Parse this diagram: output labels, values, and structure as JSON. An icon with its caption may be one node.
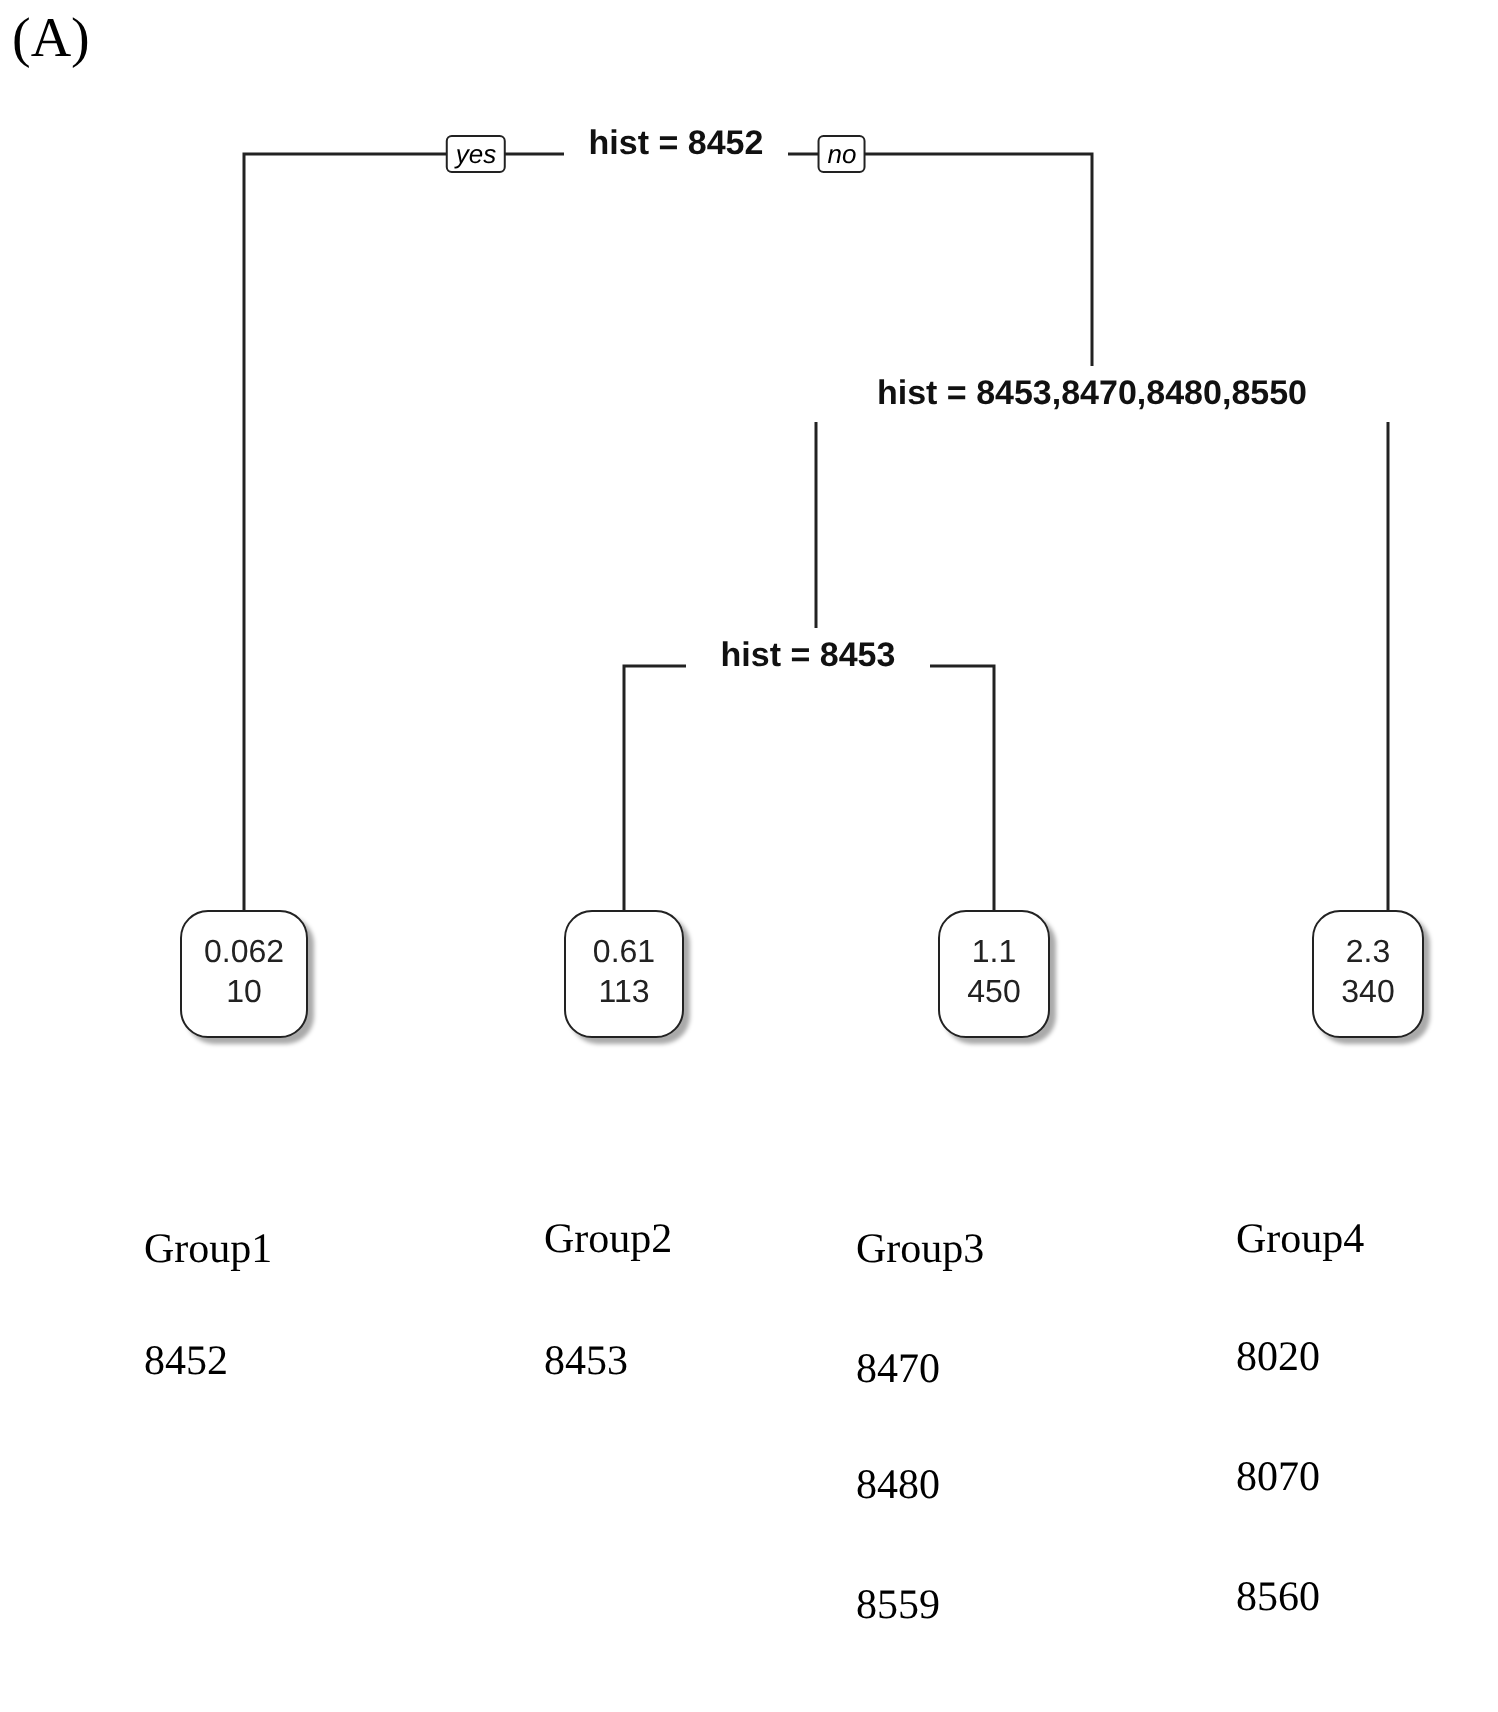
{
  "diagram": {
    "nodes": [
      {
        "text": [
          "hist = 8452"
        ]
      },
      {
        "text": [
          "hist = 8453,8470,8480,8550"
        ]
      },
      {
        "text": [
          "hist = 8453"
        ]
      },
      {
        "text": [
          "0.062",
          "10"
        ]
      },
      {
        "text": [
          "0.61",
          "113"
        ]
      },
      {
        "text": [
          "1.1",
          "450"
        ]
      },
      {
        "text": [
          "2.3",
          "340"
        ]
      }
    ],
    "edges": [
      {
        "from": 0,
        "to": 3,
        "arrow": "none",
        "label": "yes"
      },
      {
        "from": 0,
        "to": 1,
        "arrow": "none",
        "label": "no"
      },
      {
        "from": 1,
        "to": 2,
        "arrow": "none"
      },
      {
        "from": 1,
        "to": 6,
        "arrow": "none"
      },
      {
        "from": 2,
        "to": 4,
        "arrow": "none"
      },
      {
        "from": 2,
        "to": 5,
        "arrow": "none"
      }
    ],
    "labels": [
      "(A)",
      "Group1",
      "Group2",
      "Group3",
      "Group4",
      "8452",
      "8453",
      "8470",
      "8020",
      "8480",
      "8070",
      "8559",
      "8560"
    ]
  }
}
